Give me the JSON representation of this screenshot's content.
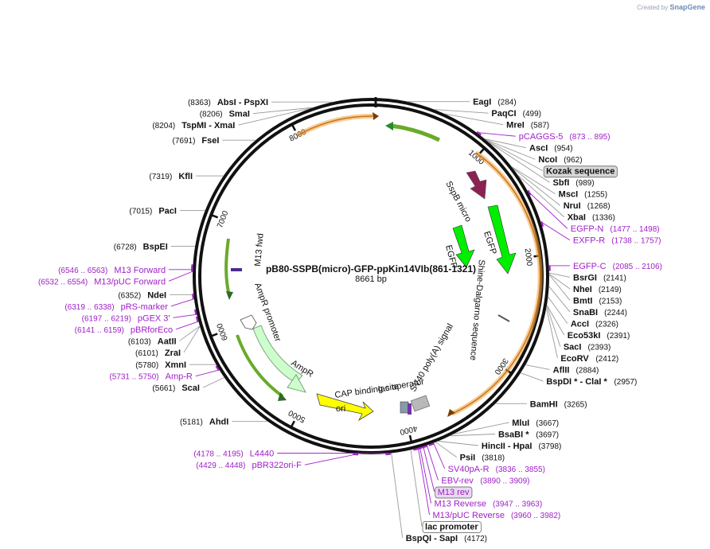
{
  "credit": {
    "prefix": "Created by",
    "brand": "SnapGene"
  },
  "plasmid": {
    "name": "pB80-SSPB(micro)-GFP-ppKin14VIb(861-1321)",
    "length": "8661 bp",
    "total_bp": 8661
  },
  "colors": {
    "enzyme": "#000000",
    "primer": "#a020c8",
    "leader": "#8a8a8a",
    "backbone": "#111111",
    "orf_green": "#00ee00",
    "amp": "#ccffcc",
    "ori": "#ffff00",
    "sspb": "#8b2252",
    "orange_hl": "#f2a33a"
  },
  "ticks": [
    {
      "bp": 1000,
      "label": "1000"
    },
    {
      "bp": 2000,
      "label": "2000"
    },
    {
      "bp": 3000,
      "label": "3000"
    },
    {
      "bp": 4000,
      "label": "4000"
    },
    {
      "bp": 5000,
      "label": "5000"
    },
    {
      "bp": 6000,
      "label": "6000"
    },
    {
      "bp": 7000,
      "label": "7000"
    },
    {
      "bp": 8000,
      "label": "8000"
    }
  ],
  "sites": [
    {
      "name": "EagI",
      "pos": "(284)",
      "bp": 284,
      "kind": "enzyme",
      "side": "right"
    },
    {
      "name": "PaqCI",
      "pos": "(499)",
      "bp": 499,
      "kind": "enzyme",
      "side": "right"
    },
    {
      "name": "MreI",
      "pos": "(587)",
      "bp": 587,
      "kind": "enzyme",
      "side": "right"
    },
    {
      "name": "pCAGGS-5",
      "pos": "(873 .. 895)",
      "bp": 873,
      "kind": "primer",
      "side": "right"
    },
    {
      "name": "AscI",
      "pos": "(954)",
      "bp": 954,
      "kind": "enzyme",
      "side": "right"
    },
    {
      "name": "NcoI",
      "pos": "(962)",
      "bp": 962,
      "kind": "enzyme",
      "side": "right"
    },
    {
      "name": "Kozak sequence",
      "pos": "",
      "bp": 970,
      "kind": "boxed",
      "side": "right"
    },
    {
      "name": "SbfI",
      "pos": "(989)",
      "bp": 989,
      "kind": "enzyme",
      "side": "right"
    },
    {
      "name": "MscI",
      "pos": "(1255)",
      "bp": 1255,
      "kind": "enzyme",
      "side": "right"
    },
    {
      "name": "NruI",
      "pos": "(1268)",
      "bp": 1268,
      "kind": "enzyme",
      "side": "right"
    },
    {
      "name": "XbaI",
      "pos": "(1336)",
      "bp": 1336,
      "kind": "enzyme",
      "side": "right"
    },
    {
      "name": "EGFP-N",
      "pos": "(1477 .. 1498)",
      "bp": 1477,
      "kind": "primer",
      "side": "right"
    },
    {
      "name": "EXFP-R",
      "pos": "(1738 .. 1757)",
      "bp": 1738,
      "kind": "primer",
      "side": "right"
    },
    {
      "name": "EGFP-C",
      "pos": "(2085 .. 2106)",
      "bp": 2085,
      "kind": "primer",
      "side": "right"
    },
    {
      "name": "BsrGI",
      "pos": "(2141)",
      "bp": 2141,
      "kind": "enzyme",
      "side": "right"
    },
    {
      "name": "NheI",
      "pos": "(2149)",
      "bp": 2149,
      "kind": "enzyme",
      "side": "right"
    },
    {
      "name": "BmtI",
      "pos": "(2153)",
      "bp": 2153,
      "kind": "enzyme",
      "side": "right"
    },
    {
      "name": "SnaBI",
      "pos": "(2244)",
      "bp": 2244,
      "kind": "enzyme",
      "side": "right"
    },
    {
      "name": "AccI",
      "pos": "(2326)",
      "bp": 2326,
      "kind": "enzyme",
      "side": "right"
    },
    {
      "name": "Eco53kI",
      "pos": "(2391)",
      "bp": 2391,
      "kind": "enzyme",
      "side": "right"
    },
    {
      "name": "SacI",
      "pos": "(2393)",
      "bp": 2393,
      "kind": "enzyme",
      "side": "right"
    },
    {
      "name": "EcoRV",
      "pos": "(2412)",
      "bp": 2412,
      "kind": "enzyme",
      "side": "right"
    },
    {
      "name": "AflII",
      "pos": "(2884)",
      "bp": 2884,
      "kind": "enzyme",
      "side": "right"
    },
    {
      "name": "BspDI * - ClaI *",
      "pos": "(2957)",
      "bp": 2957,
      "kind": "enzyme",
      "side": "right"
    },
    {
      "name": "BamHI",
      "pos": "(3265)",
      "bp": 3265,
      "kind": "enzyme",
      "side": "right"
    },
    {
      "name": "MluI",
      "pos": "(3667)",
      "bp": 3667,
      "kind": "enzyme",
      "side": "right"
    },
    {
      "name": "BsaBI *",
      "pos": "(3697)",
      "bp": 3697,
      "kind": "enzyme",
      "side": "right"
    },
    {
      "name": "HincII - HpaI",
      "pos": "(3798)",
      "bp": 3798,
      "kind": "enzyme",
      "side": "right"
    },
    {
      "name": "PsiI",
      "pos": "(3818)",
      "bp": 3818,
      "kind": "enzyme",
      "side": "right"
    },
    {
      "name": "SV40pA-R",
      "pos": "(3836 .. 3855)",
      "bp": 3836,
      "kind": "primer",
      "side": "right"
    },
    {
      "name": "EBV-rev",
      "pos": "(3890 .. 3909)",
      "bp": 3890,
      "kind": "primer",
      "side": "right"
    },
    {
      "name": "M13 rev",
      "pos": "",
      "bp": 3920,
      "kind": "primerbox",
      "side": "right"
    },
    {
      "name": "M13 Reverse",
      "pos": "(3947 .. 3963)",
      "bp": 3947,
      "kind": "primer",
      "side": "right"
    },
    {
      "name": "M13/pUC Reverse",
      "pos": "(3960 .. 3982)",
      "bp": 3960,
      "kind": "primer",
      "side": "right"
    },
    {
      "name": "lac promoter",
      "pos": "",
      "bp": 4020,
      "kind": "boxed",
      "side": "right"
    },
    {
      "name": "BspQI - SapI",
      "pos": "(4172)",
      "bp": 4172,
      "kind": "enzyme",
      "side": "right"
    },
    {
      "name": "L4440",
      "pos": "(4178 .. 4195)",
      "bp": 4178,
      "kind": "primer",
      "side": "left"
    },
    {
      "name": "pBR322ori-F",
      "pos": "(4429 .. 4448)",
      "bp": 4429,
      "kind": "primer",
      "side": "left"
    },
    {
      "name": "AhdI",
      "pos": "(5181)",
      "bp": 5181,
      "kind": "enzyme",
      "side": "left"
    },
    {
      "name": "ScaI",
      "pos": "(5661)",
      "bp": 5661,
      "kind": "enzyme",
      "side": "left"
    },
    {
      "name": "Amp-R",
      "pos": "(5731 .. 5750)",
      "bp": 5731,
      "kind": "primer",
      "side": "left"
    },
    {
      "name": "XmnI",
      "pos": "(5780)",
      "bp": 5780,
      "kind": "enzyme",
      "side": "left"
    },
    {
      "name": "ZraI",
      "pos": "(6101)",
      "bp": 6101,
      "kind": "enzyme",
      "side": "left"
    },
    {
      "name": "AatII",
      "pos": "(6103)",
      "bp": 6103,
      "kind": "enzyme",
      "side": "left"
    },
    {
      "name": "pBRforEco",
      "pos": "(6141 .. 6159)",
      "bp": 6141,
      "kind": "primer",
      "side": "left"
    },
    {
      "name": "pGEX 3'",
      "pos": "(6197 .. 6219)",
      "bp": 6197,
      "kind": "primer",
      "side": "left"
    },
    {
      "name": "pRS-marker",
      "pos": "(6319 .. 6338)",
      "bp": 6319,
      "kind": "primer",
      "side": "left"
    },
    {
      "name": "NdeI",
      "pos": "(6352)",
      "bp": 6352,
      "kind": "enzyme",
      "side": "left"
    },
    {
      "name": "M13/pUC Forward",
      "pos": "(6532 .. 6554)",
      "bp": 6532,
      "kind": "primer",
      "side": "left"
    },
    {
      "name": "M13 Forward",
      "pos": "(6546 .. 6563)",
      "bp": 6546,
      "kind": "primer",
      "side": "left"
    },
    {
      "name": "BspEI",
      "pos": "(6728)",
      "bp": 6728,
      "kind": "enzyme",
      "side": "left"
    },
    {
      "name": "PacI",
      "pos": "(7015)",
      "bp": 7015,
      "kind": "enzyme",
      "side": "left"
    },
    {
      "name": "KflI",
      "pos": "(7319)",
      "bp": 7319,
      "kind": "enzyme",
      "side": "left"
    },
    {
      "name": "FseI",
      "pos": "(7691)",
      "bp": 7691,
      "kind": "enzyme",
      "side": "left"
    },
    {
      "name": "TspMI - XmaI",
      "pos": "(8204)",
      "bp": 8204,
      "kind": "enzyme",
      "side": "left"
    },
    {
      "name": "SmaI",
      "pos": "(8206)",
      "bp": 8206,
      "kind": "enzyme",
      "side": "left"
    },
    {
      "name": "AbsI - PspXI",
      "pos": "(8363)",
      "bp": 8363,
      "kind": "enzyme",
      "side": "left"
    }
  ],
  "features": [
    {
      "name": "SspB micro",
      "start": 1005,
      "end": 1345,
      "dir": 1,
      "color": "#8b2252",
      "ring": 0.72
    },
    {
      "name": "EGFP",
      "start": 1370,
      "end": 2080,
      "dir": 1,
      "color": "#00ee00",
      "ring": 0.63
    },
    {
      "name": "EGFP",
      "start": 1400,
      "end": 1900,
      "dir": 1,
      "color": "#00ee00",
      "ring": 0.48
    },
    {
      "name": "AmpR",
      "start": 5000,
      "end": 5861,
      "dir": -1,
      "color": "#ccffcc",
      "ring": 0.7
    },
    {
      "name": "ori",
      "start": 4380,
      "end": 4970,
      "dir": -1,
      "color": "#ffff00",
      "ring": 0.7
    }
  ],
  "feature_labels": [
    {
      "text": "SspB micro",
      "rot": 62
    },
    {
      "text": "EGFP",
      "rot": 72
    },
    {
      "text": "EGFP",
      "rot": 75
    },
    {
      "text": "Shine-Dalgarno sequence",
      "rot": 95
    },
    {
      "text": "SV40 poly(A) signal",
      "rot": -60
    },
    {
      "text": "lac operator",
      "rot": -10
    },
    {
      "text": "CAP binding site",
      "rot": -8
    },
    {
      "text": "AmpR",
      "rot": 32
    },
    {
      "text": "ori",
      "rot": 0
    },
    {
      "text": "AmpR promoter",
      "rot": 70
    },
    {
      "text": "M13 fwd",
      "rot": -85
    }
  ]
}
